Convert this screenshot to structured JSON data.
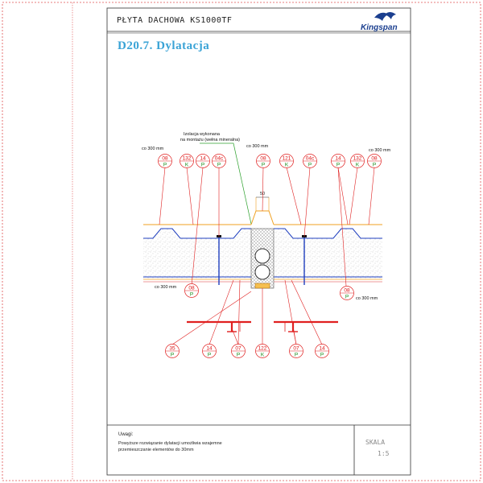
{
  "header": {
    "title": "PŁYTA DACHOWA KS1000TF",
    "logo_text": "Kingspan"
  },
  "section_title": "D20.7. Dylatacja",
  "annotations": {
    "insulation_note_line1": "Izolacja wykonana",
    "insulation_note_line2": "na montażu (wełna mineralna)",
    "spacing": "co 300 mm",
    "dimension": "50"
  },
  "bubbles_top": [
    {
      "num": "08",
      "letter": "P"
    },
    {
      "num": "132",
      "letter": "K"
    },
    {
      "num": "14",
      "letter": "P"
    },
    {
      "num": "04c",
      "letter": "P"
    },
    {
      "num": "08",
      "letter": "P"
    },
    {
      "num": "121",
      "letter": "K"
    },
    {
      "num": "04c",
      "letter": "P"
    },
    {
      "num": "14",
      "letter": "P"
    },
    {
      "num": "132",
      "letter": "K"
    },
    {
      "num": "08",
      "letter": "P"
    }
  ],
  "bubbles_mid": [
    {
      "num": "08",
      "letter": "P"
    },
    {
      "num": "08",
      "letter": "P"
    }
  ],
  "bubbles_bottom": [
    {
      "num": "35",
      "letter": "P"
    },
    {
      "num": "14",
      "letter": "P"
    },
    {
      "num": "07",
      "letter": "P"
    },
    {
      "num": "122",
      "letter": "K"
    },
    {
      "num": "07",
      "letter": "P"
    },
    {
      "num": "14",
      "letter": "P"
    }
  ],
  "notes": {
    "heading": "Uwagi:",
    "line1": "Powyższe rozwiązanie dylatacji umożliwia wzajemne",
    "line2": "przemieszczanie elementów do 30mm"
  },
  "scale": {
    "label": "SKALA",
    "value": "1:5"
  },
  "colors": {
    "border_dashed": "#e05050",
    "frame": "#333333",
    "sheet_blue": "#1f3fbf",
    "sheet_orange": "#f0a020",
    "leader_red": "#e02020",
    "bubble_text_red": "#d01010",
    "bubble_text_green": "#1a8c1a",
    "title_blue": "#3aa3d6",
    "insulation_green": "#2ca02c"
  }
}
